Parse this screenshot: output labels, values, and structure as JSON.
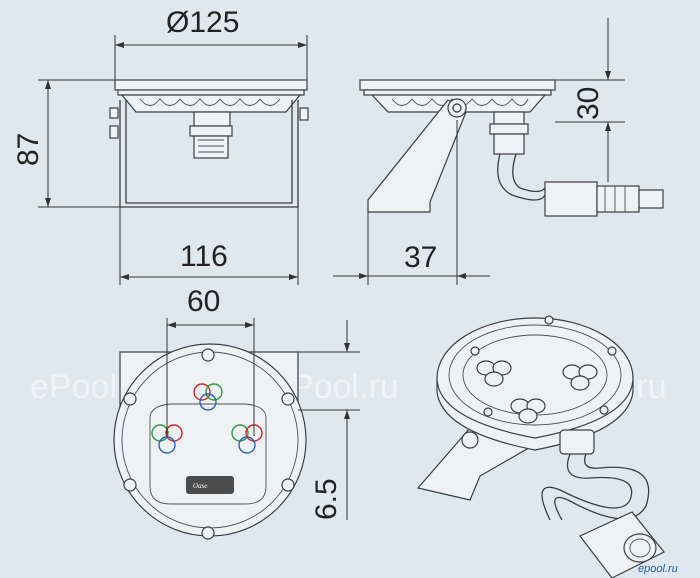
{
  "dimensions": {
    "diameter": "Ø125",
    "height": "87",
    "depth": "30",
    "width": "116",
    "offset": "37",
    "led_spacing": "60",
    "bottom_offset": "6.5"
  },
  "watermarks": [
    "ePool.ru",
    "ePool.ru",
    "ePool.ru"
  ],
  "corner_logo": "epool.ru",
  "device_badge": "Oase",
  "colors": {
    "background": "#dfe8ef",
    "led_red": "#d4252a",
    "led_green": "#2f9b3a",
    "led_blue": "#2f5fb8"
  }
}
